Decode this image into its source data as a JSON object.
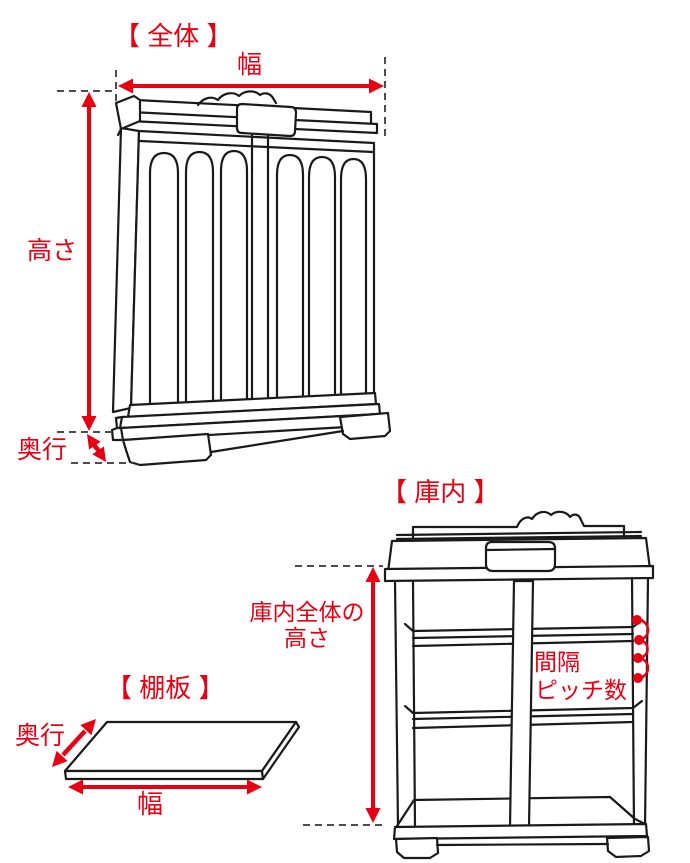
{
  "colors": {
    "annotation_red": "#e60012",
    "line_black": "#1a1a1a",
    "dash_gray": "#4d4d4d",
    "background": "#ffffff"
  },
  "sections": {
    "overall": {
      "title": "【 全体 】",
      "width_label": "幅",
      "height_label": "高さ",
      "depth_label": "奥行"
    },
    "interior": {
      "title": "【 庫内 】",
      "total_height_line1": "庫内全体の",
      "total_height_line2": "高さ",
      "spacing_label": "間隔",
      "pitch_count_label": "ピッチ数"
    },
    "shelf_board": {
      "title": "【 棚板 】",
      "depth_label": "奥行",
      "width_label": "幅"
    }
  }
}
